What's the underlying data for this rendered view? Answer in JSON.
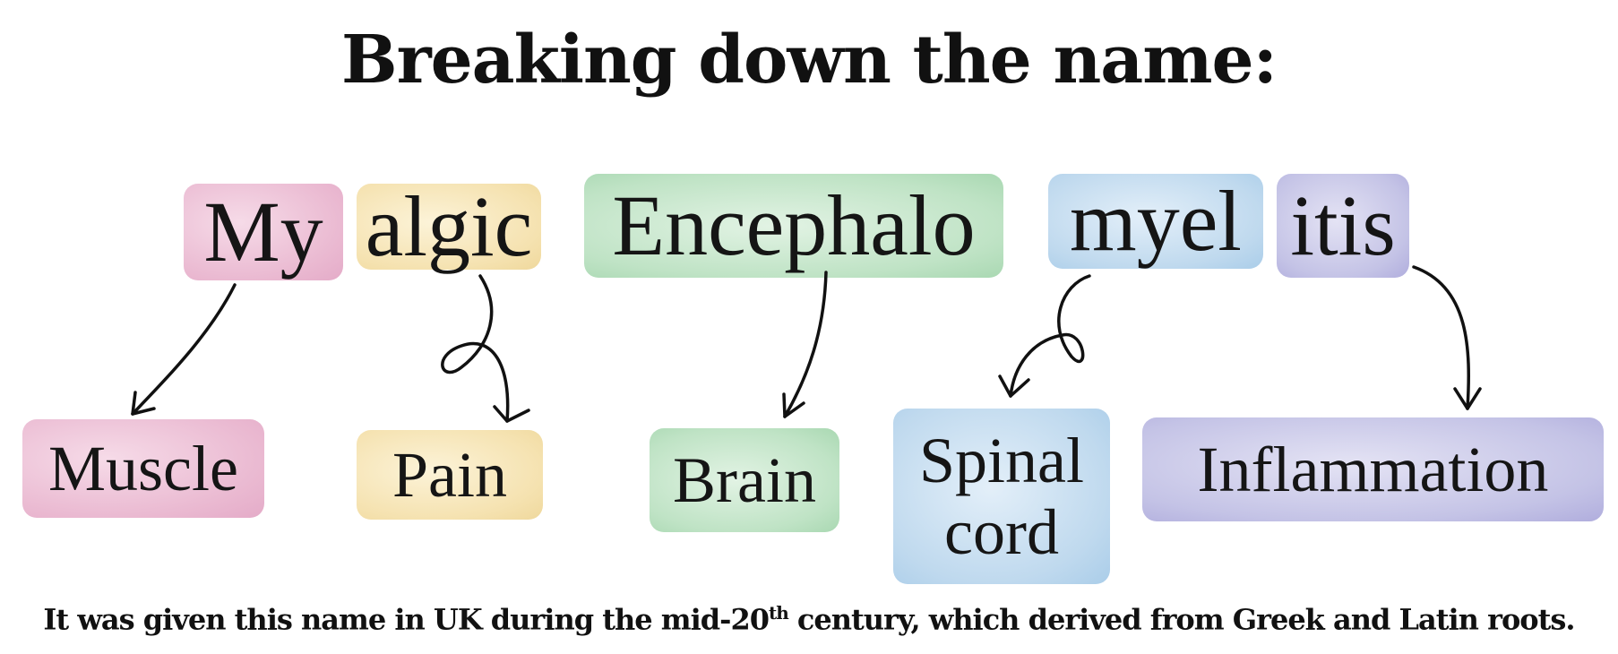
{
  "title": "Breaking down the name:",
  "roots": {
    "my": "My",
    "algic": "algic",
    "encephalo": "Encephalo",
    "myel": "myel",
    "itis": "itis"
  },
  "meanings": {
    "muscle": "Muscle",
    "pain": "Pain",
    "brain": "Brain",
    "spinal_line1": "Spinal",
    "spinal_line2": "cord",
    "inflammation": "Inflammation"
  },
  "footnote": {
    "part1": "It was given this name in UK during the mid-20",
    "superscript": "th",
    "part2": " century,  which derived from Greek and Latin roots."
  },
  "colors": {
    "pink": "#eab9d1",
    "yellow": "#f5e2b0",
    "green": "#bfe3c5",
    "blue": "#bfd9ee",
    "purple": "#c4c3e6"
  }
}
